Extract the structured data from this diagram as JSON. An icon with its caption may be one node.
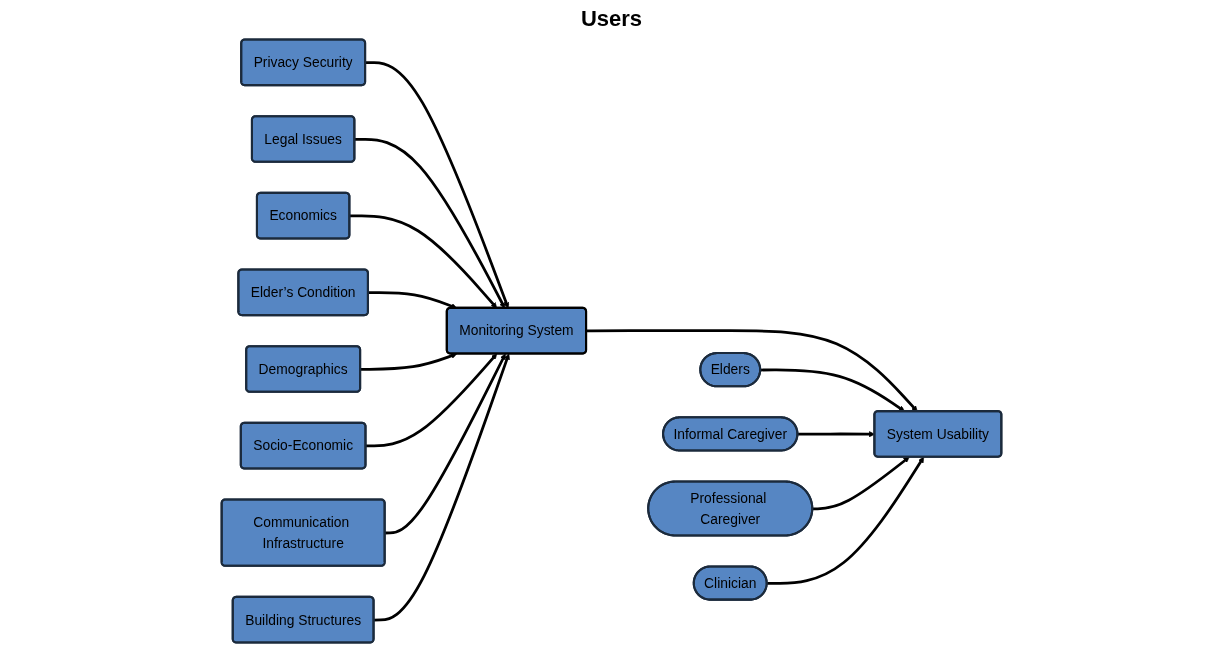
{
  "diagram": {
    "nodes": [
      {
        "text": [
          "Privacy Security"
        ]
      },
      {
        "text": [
          "Legal Issues"
        ]
      },
      {
        "text": [
          "Economics"
        ]
      },
      {
        "text": [
          "Elder’s Condition"
        ]
      },
      {
        "text": [
          "Monitoring System"
        ]
      },
      {
        "text": [
          "System Usability"
        ]
      },
      {
        "text": [
          "Elders"
        ]
      },
      {
        "text": [
          "Informal Caregiver"
        ]
      },
      {
        "text": [
          "Professional Caregiver"
        ]
      },
      {
        "text": [
          "Clinician"
        ]
      },
      {
        "text": [
          "Demographics"
        ]
      },
      {
        "text": [
          "Socio-Economic"
        ]
      },
      {
        "text": [
          "Communication Infrastructure"
        ]
      },
      {
        "text": [
          "Building Structures"
        ]
      }
    ],
    "edges": [
      {
        "from": 0,
        "to": 4,
        "arrow": "to"
      },
      {
        "from": 1,
        "to": 4,
        "arrow": "to"
      },
      {
        "from": 2,
        "to": 4,
        "arrow": "to"
      },
      {
        "from": 3,
        "to": 4,
        "arrow": "to"
      },
      {
        "from": 10,
        "to": 4,
        "arrow": "to"
      },
      {
        "from": 11,
        "to": 4,
        "arrow": "to"
      },
      {
        "from": 12,
        "to": 4,
        "arrow": "to"
      },
      {
        "from": 13,
        "to": 4,
        "arrow": "to"
      },
      {
        "from": 4,
        "to": 5,
        "arrow": "to"
      },
      {
        "from": 6,
        "to": 5,
        "arrow": "to"
      },
      {
        "from": 7,
        "to": 5,
        "arrow": "to"
      },
      {
        "from": 8,
        "to": 5,
        "arrow": "to"
      },
      {
        "from": 9,
        "to": 5,
        "arrow": "to"
      }
    ],
    "labels": [
      "Users"
    ]
  }
}
